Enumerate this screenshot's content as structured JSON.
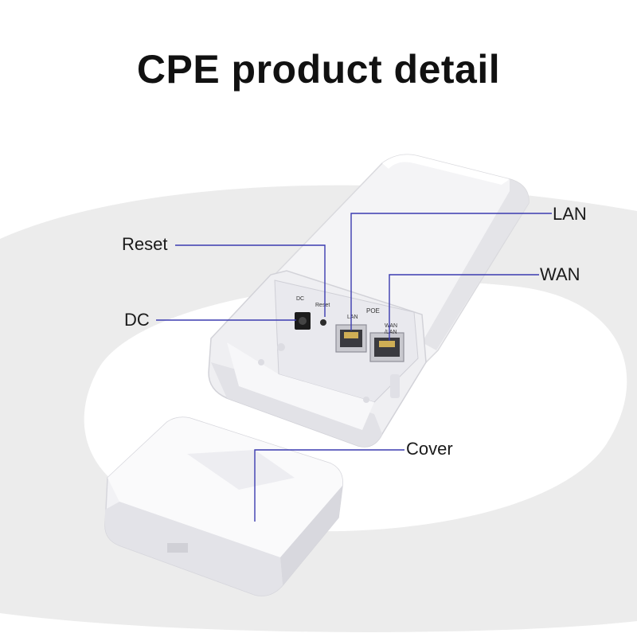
{
  "title": "CPE product detail",
  "callouts": {
    "reset": "Reset",
    "dc": "DC",
    "lan": "LAN",
    "wan": "WAN",
    "cover": "Cover"
  },
  "port_labels": {
    "dc": "DC",
    "reset": "Reset",
    "poe": "POE",
    "lan": "LAN",
    "wan_line1": "WAN",
    "wan_line2": "/LAN"
  },
  "colors": {
    "leader_line": "#3b3bb0",
    "ring": "#ececec",
    "housing": "#f3f3f5",
    "shadow": "#d6d6da"
  }
}
